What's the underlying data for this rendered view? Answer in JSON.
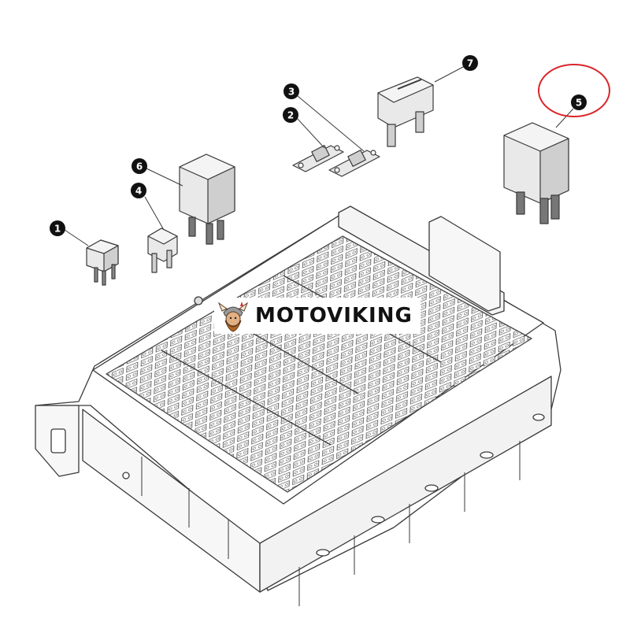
{
  "callouts": [
    {
      "id": "callout-1",
      "label": "1",
      "part": "mini-relay"
    },
    {
      "id": "callout-2",
      "label": "2",
      "part": "bolt-fuse"
    },
    {
      "id": "callout-3",
      "label": "3",
      "part": "bolt-fuse"
    },
    {
      "id": "callout-4",
      "label": "4",
      "part": "blade-fuse"
    },
    {
      "id": "callout-5",
      "label": "5",
      "part": "relay",
      "highlighted": true
    },
    {
      "id": "callout-6",
      "label": "6",
      "part": "relay"
    },
    {
      "id": "callout-7",
      "label": "7",
      "part": "maxi-fuse"
    }
  ],
  "watermark": {
    "text": "MOTOVIKING",
    "logo": "viking-logo"
  },
  "colors": {
    "line": "#3a3a3a",
    "part_fill": "#e9e9e9",
    "part_shade": "#cfcfcf",
    "callout_fill": "#111111",
    "highlight_circle": "#d9262b"
  }
}
